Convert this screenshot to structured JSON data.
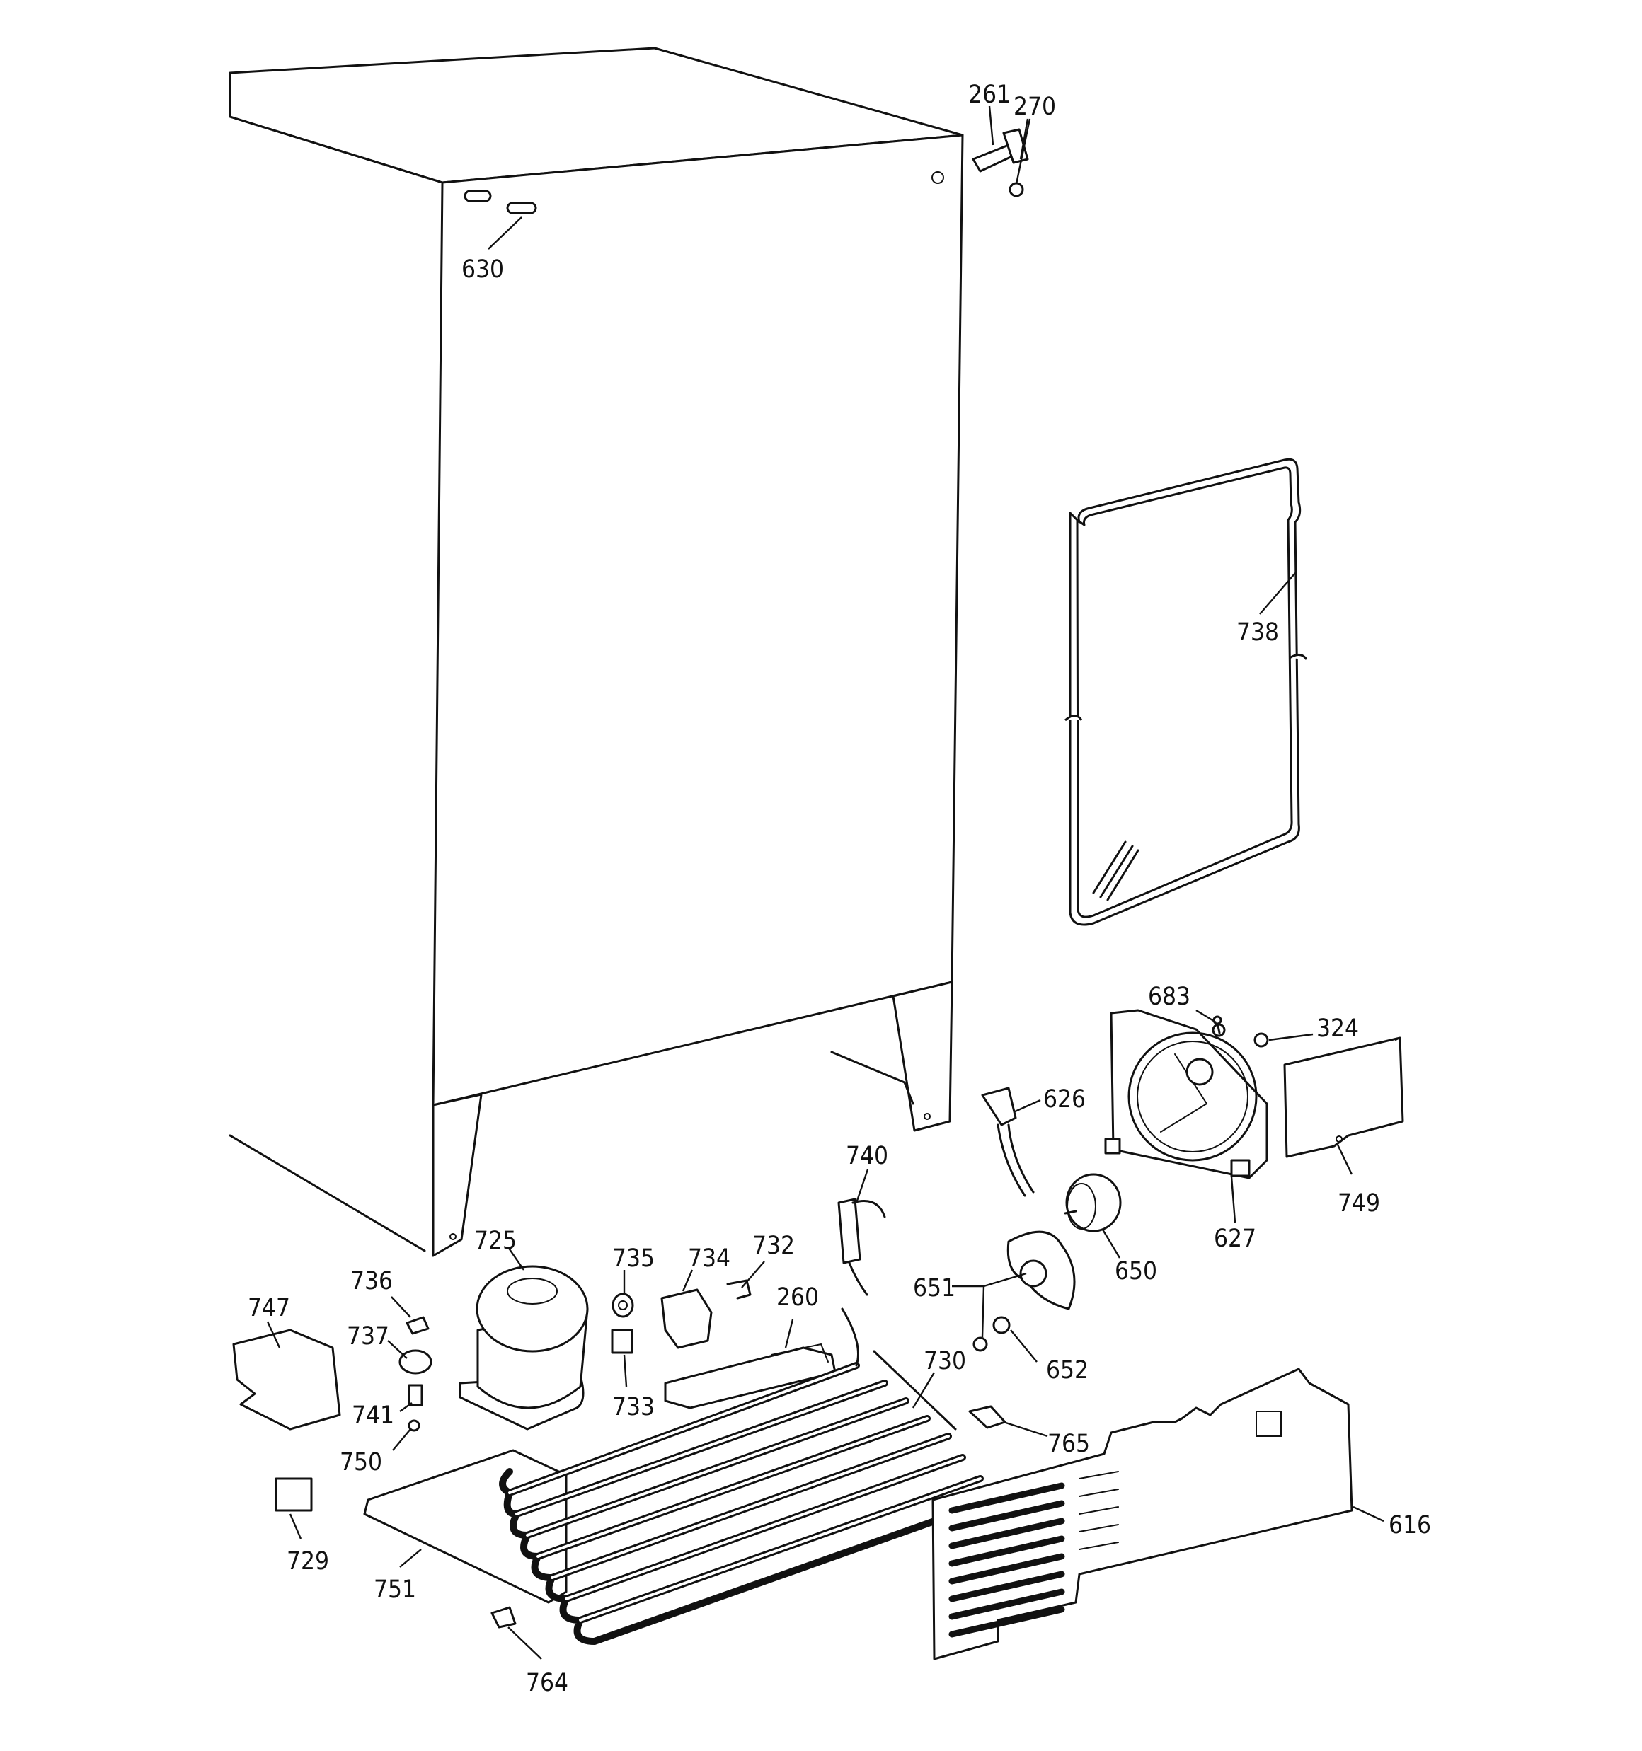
{
  "diagram": {
    "parts": [
      {
        "id": "p261",
        "label": "261"
      },
      {
        "id": "p270",
        "label": "270"
      },
      {
        "id": "p630",
        "label": "630"
      },
      {
        "id": "p738",
        "label": "738"
      },
      {
        "id": "p683",
        "label": "683"
      },
      {
        "id": "p324",
        "label": "324"
      },
      {
        "id": "p626",
        "label": "626"
      },
      {
        "id": "p740",
        "label": "740"
      },
      {
        "id": "p749",
        "label": "749"
      },
      {
        "id": "p627",
        "label": "627"
      },
      {
        "id": "p650",
        "label": "650"
      },
      {
        "id": "p725",
        "label": "725"
      },
      {
        "id": "p735",
        "label": "735"
      },
      {
        "id": "p734",
        "label": "734"
      },
      {
        "id": "p732",
        "label": "732"
      },
      {
        "id": "p736",
        "label": "736"
      },
      {
        "id": "p260",
        "label": "260"
      },
      {
        "id": "p651",
        "label": "651"
      },
      {
        "id": "p747",
        "label": "747"
      },
      {
        "id": "p737",
        "label": "737"
      },
      {
        "id": "p730",
        "label": "730"
      },
      {
        "id": "p652",
        "label": "652"
      },
      {
        "id": "p733",
        "label": "733"
      },
      {
        "id": "p741",
        "label": "741"
      },
      {
        "id": "p765",
        "label": "765"
      },
      {
        "id": "p750",
        "label": "750"
      },
      {
        "id": "p616",
        "label": "616"
      },
      {
        "id": "p729",
        "label": "729"
      },
      {
        "id": "p751",
        "label": "751"
      },
      {
        "id": "p764",
        "label": "764"
      }
    ]
  }
}
